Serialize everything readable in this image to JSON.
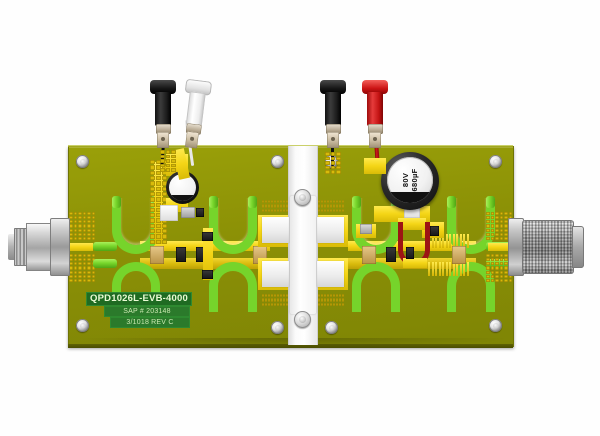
{
  "image": {
    "subject": "RF power amplifier evaluation board 3D render",
    "background_color": "#ffffff"
  },
  "board": {
    "solder_mask_color": "#8b9006",
    "copper_color": "#f4d516",
    "trace_color": "#76d42b",
    "silkscreen": {
      "part_number": "QPD1026L-EVB-4000",
      "sap_line": "SAP # 203148",
      "rev_line": "3/1018  REV C",
      "label_bg_color": "#1f6b22",
      "label_text_color": "#eafbd5"
    }
  },
  "components": {
    "electrolytic_cap": {
      "voltage": "80V",
      "capacitance": "680µF",
      "body_color": "#111111",
      "top_color": "#f1f1f1"
    },
    "film_cap": {
      "name": "axial-capacitor"
    },
    "banana_jacks": [
      {
        "id": "jack-left-black",
        "color_name": "black",
        "color": "#161616"
      },
      {
        "id": "jack-left-white",
        "color_name": "white",
        "color": "#e2e2e2"
      },
      {
        "id": "jack-right-black",
        "color_name": "black",
        "color": "#161616"
      },
      {
        "id": "jack-right-red",
        "color_name": "red",
        "color": "#cc1414"
      }
    ],
    "connectors": [
      {
        "id": "coax-input",
        "position": "left",
        "type": "coaxial-connector"
      },
      {
        "id": "coax-output",
        "position": "right",
        "type": "coaxial-connector"
      }
    ],
    "heat_slug": {
      "name": "center-thermal-slug",
      "color": "#ffffff"
    },
    "red_bias_wire": {
      "color": "#9d1414"
    },
    "mounting_holes": 6
  }
}
